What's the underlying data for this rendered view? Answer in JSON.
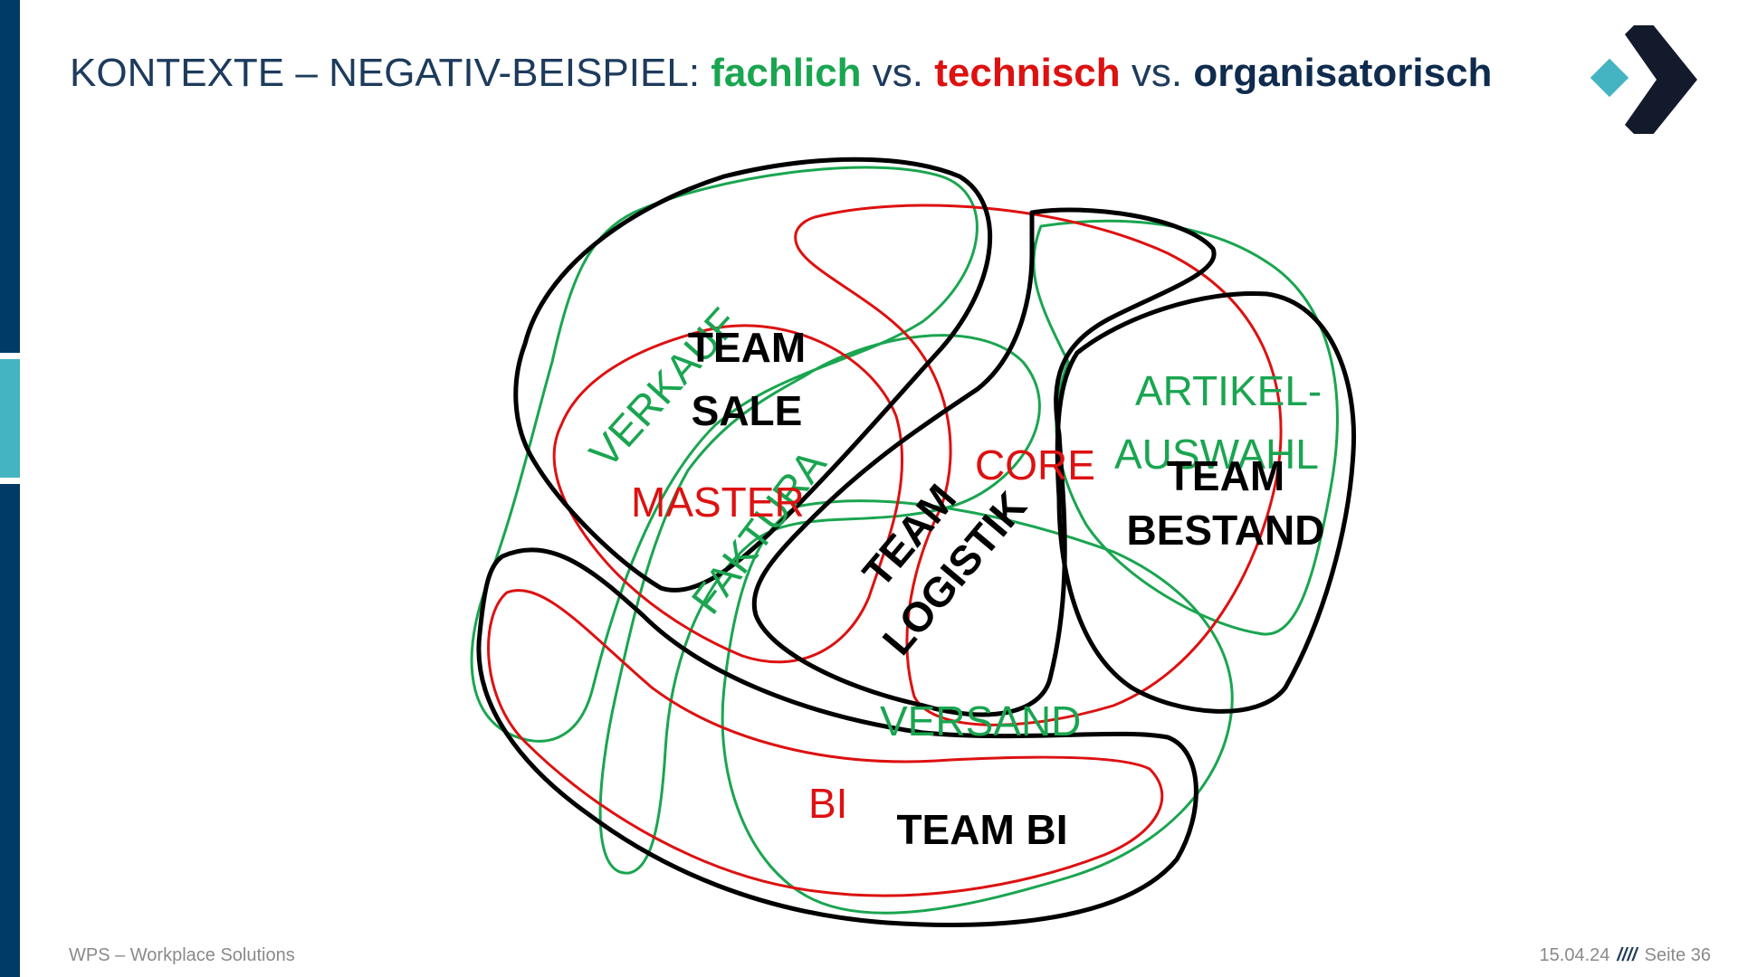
{
  "title": {
    "prefix": "KONTEXTE – NEGATIV-BEISPIEL: ",
    "fachlich": "fachlich",
    "vs1": " vs. ",
    "technisch": "technisch",
    "vs2": " vs. ",
    "organisatorisch": "organisatorisch"
  },
  "colors": {
    "fachlich": "#1aa550",
    "technisch": "#dd1111",
    "organisatorisch": "#000000",
    "navy": "#003a66",
    "teal": "#44b3c2"
  },
  "diagram": {
    "fachlich_labels": {
      "verkauf": "VERKAUF",
      "faktura": "FAKTURA",
      "artikel_line1": "ARTIKEL-",
      "artikel_line2": "AUSWAHL",
      "versand": "VERSAND"
    },
    "technisch_labels": {
      "master": "MASTER",
      "core": "CORE",
      "bi": "BI"
    },
    "team_labels": {
      "sale_line1": "TEAM",
      "sale_line2": "SALE",
      "logistik_line1": "TEAM",
      "logistik_line2": "LOGISTIK",
      "bestand_line1": "TEAM",
      "bestand_line2": "BESTAND",
      "bi": "TEAM BI"
    }
  },
  "footer": {
    "company": "WPS – Workplace Solutions",
    "date": "15.04.24",
    "separator": "////",
    "page": "Seite 36"
  },
  "logo": {
    "icon": "chevron-diamond-logo-icon"
  }
}
